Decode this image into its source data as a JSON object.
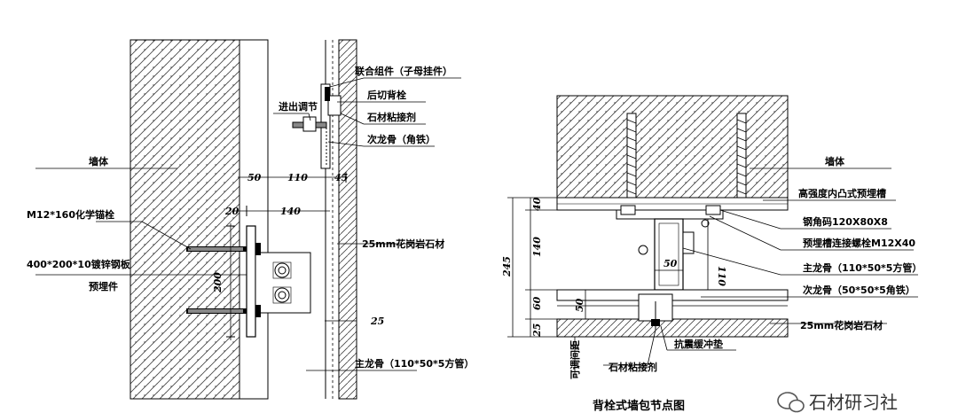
{
  "left": {
    "labels": {
      "wall": "墙体",
      "joint_assembly": "联合组件（子母挂件）",
      "in_out_adjust": "进出调节",
      "back_bolt": "后切背栓",
      "stone_glue": "石材粘接剂",
      "secondary_keel": "次龙骨（角铁）",
      "anchor_bolt": "M12*160化学锚栓",
      "steel_plate": "400*200*10镀锌钢板",
      "embedded": "预埋件",
      "granite": "25mm花岗岩石材",
      "main_keel": "主龙骨（110*50*5方管）"
    },
    "dims": {
      "d50": "50",
      "d110": "110",
      "d45": "45",
      "d20": "20",
      "d140": "140",
      "d200": "200",
      "d25": "25"
    }
  },
  "right": {
    "labels": {
      "wall": "墙体",
      "channel": "高强度内凸式预埋槽",
      "angle_code": "钢角码120X80X8",
      "channel_bolt": "预埋槽连接螺栓M12X40",
      "main_keel": "主龙骨（110*50*5方管）",
      "secondary_keel": "次龙骨（50*50*5角铁）",
      "granite": "25mm花岗岩石材",
      "anti_shock": "抗震缓冲垫",
      "stone_glue": "石材粘接剂",
      "adjust_gap": "可调间距"
    },
    "dims": {
      "d40": "40",
      "d140": "140",
      "d245": "245",
      "d60": "60",
      "d25": "25",
      "d110": "110",
      "d50a": "50",
      "d50b": "50"
    },
    "title": "背栓式墙包节点图"
  },
  "watermark": "石材研习社",
  "colors": {
    "line": "#000000",
    "hatch": "#333333"
  }
}
